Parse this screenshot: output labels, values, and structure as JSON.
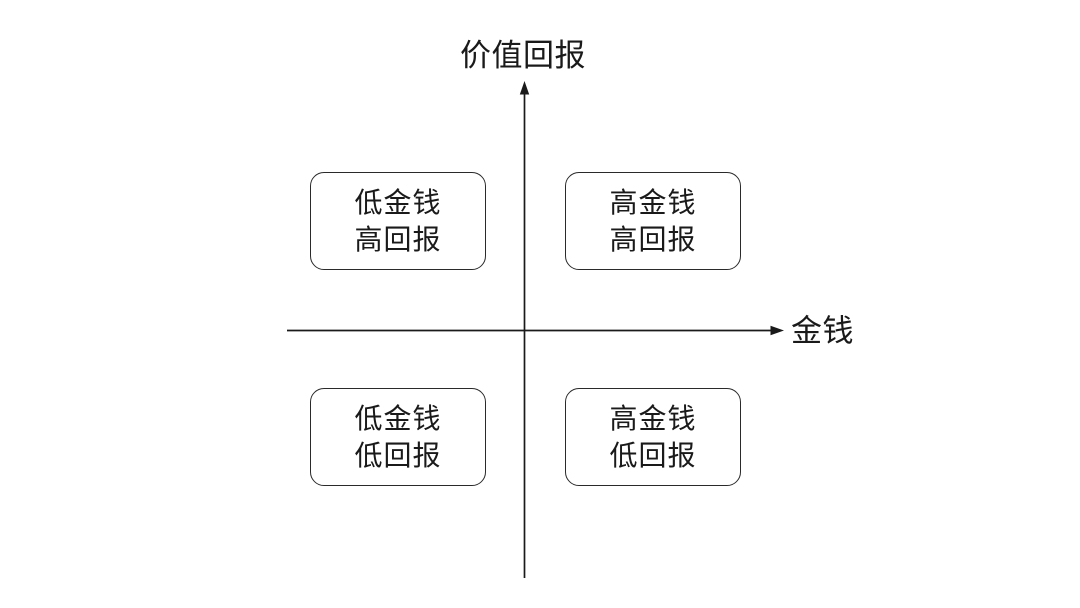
{
  "diagram": {
    "type": "quadrant-chart",
    "y_axis_label": "价值回报",
    "x_axis_label": "金钱",
    "quadrants": {
      "top_left": {
        "line1": "低金钱",
        "line2": "高回报"
      },
      "top_right": {
        "line1": "高金钱",
        "line2": "高回报"
      },
      "bottom_left": {
        "line1": "低金钱",
        "line2": "低回报"
      },
      "bottom_right": {
        "line1": "高金钱",
        "line2": "低回报"
      }
    },
    "colors": {
      "background": "#ffffff",
      "axis_line": "#1a1a1a",
      "box_border": "#2a2a2a",
      "text": "#1a1a1a"
    }
  }
}
